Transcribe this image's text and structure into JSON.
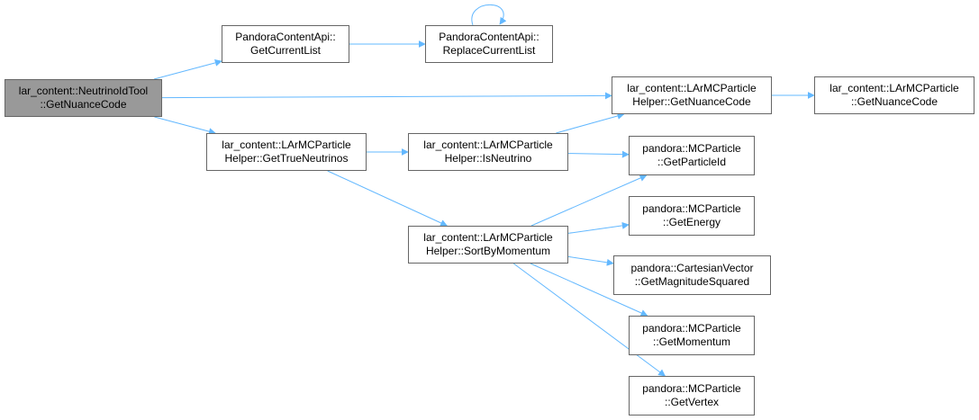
{
  "colors": {
    "edge": "#63b8ff",
    "node_border": "#666666",
    "root_fill": "#999999",
    "node_fill": "#ffffff"
  },
  "nodes": {
    "root": {
      "line1": "lar_content::NeutrinoIdTool",
      "line2": "::GetNuanceCode"
    },
    "get_current_list": {
      "line1": "PandoraContentApi::",
      "line2": "GetCurrentList"
    },
    "replace_current_list": {
      "line1": "PandoraContentApi::",
      "line2": "ReplaceCurrentList"
    },
    "helper_get_nuance": {
      "line1": "lar_content::LArMCParticle",
      "line2": "Helper::GetNuanceCode"
    },
    "lar_get_nuance": {
      "line1": "lar_content::LArMCParticle",
      "line2": "::GetNuanceCode"
    },
    "get_true_neutrinos": {
      "line1": "lar_content::LArMCParticle",
      "line2": "Helper::GetTrueNeutrinos"
    },
    "is_neutrino": {
      "line1": "lar_content::LArMCParticle",
      "line2": "Helper::IsNeutrino"
    },
    "get_particle_id": {
      "line1": "pandora::MCParticle",
      "line2": "::GetParticleId"
    },
    "sort_by_momentum": {
      "line1": "lar_content::LArMCParticle",
      "line2": "Helper::SortByMomentum"
    },
    "get_energy": {
      "line1": "pandora::MCParticle",
      "line2": "::GetEnergy"
    },
    "get_magnitude_squared": {
      "line1": "pandora::CartesianVector",
      "line2": "::GetMagnitudeSquared"
    },
    "get_momentum": {
      "line1": "pandora::MCParticle",
      "line2": "::GetMomentum"
    },
    "get_vertex": {
      "line1": "pandora::MCParticle",
      "line2": "::GetVertex"
    }
  },
  "edges": [
    [
      "root",
      "get_current_list"
    ],
    [
      "root",
      "helper_get_nuance"
    ],
    [
      "root",
      "get_true_neutrinos"
    ],
    [
      "get_current_list",
      "replace_current_list"
    ],
    [
      "replace_current_list",
      "replace_current_list"
    ],
    [
      "helper_get_nuance",
      "lar_get_nuance"
    ],
    [
      "get_true_neutrinos",
      "is_neutrino"
    ],
    [
      "get_true_neutrinos",
      "sort_by_momentum"
    ],
    [
      "is_neutrino",
      "helper_get_nuance"
    ],
    [
      "is_neutrino",
      "get_particle_id"
    ],
    [
      "sort_by_momentum",
      "get_particle_id"
    ],
    [
      "sort_by_momentum",
      "get_energy"
    ],
    [
      "sort_by_momentum",
      "get_magnitude_squared"
    ],
    [
      "sort_by_momentum",
      "get_momentum"
    ],
    [
      "sort_by_momentum",
      "get_vertex"
    ]
  ]
}
